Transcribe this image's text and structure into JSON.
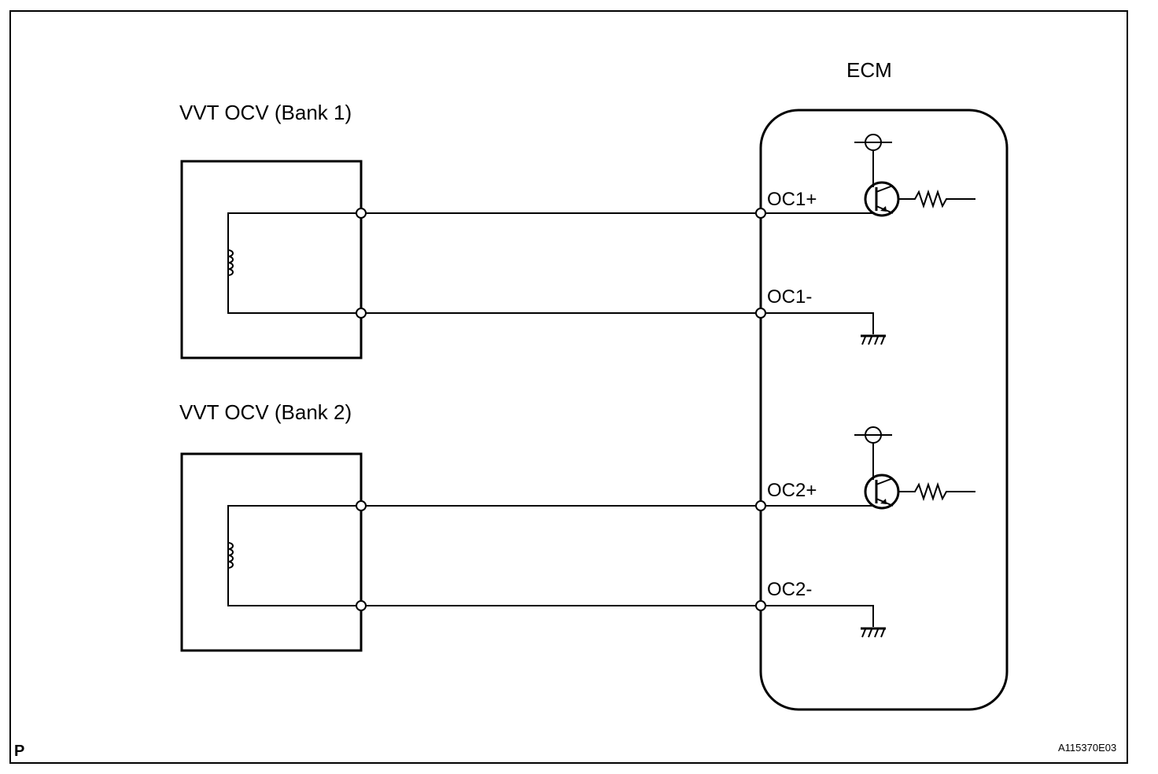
{
  "labels": {
    "ecm": "ECM",
    "bank1": "VVT OCV (Bank 1)",
    "bank2": "VVT OCV (Bank 2)",
    "oc1p": "OC1+",
    "oc1m": "OC1-",
    "oc2p": "OC2+",
    "oc2m": "OC2-",
    "corner": "P",
    "ref": "A115370E03"
  },
  "icons": [
    "coil-icon",
    "npn-transistor-icon",
    "resistor-icon",
    "ground-icon",
    "power-source-icon",
    "connector-pin-icon"
  ]
}
